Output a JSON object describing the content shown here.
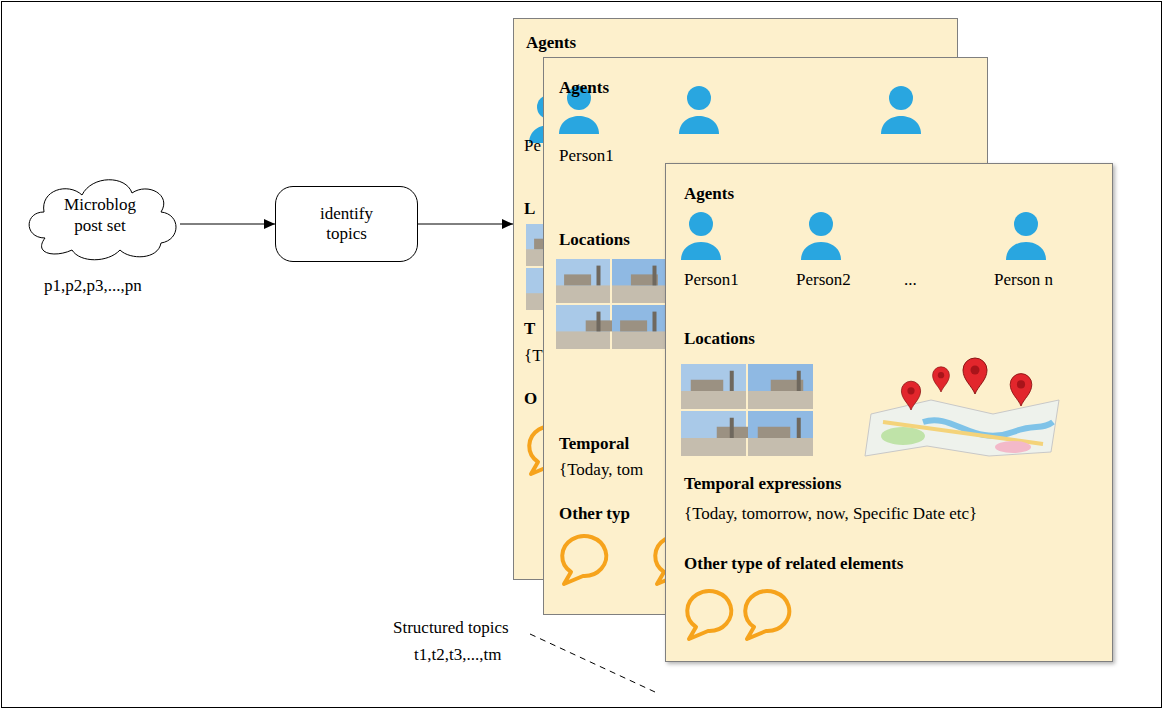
{
  "diagram": {
    "nodes": [
      {
        "text": [
          "Microblog post set"
        ]
      },
      {
        "text": [
          "identify topics"
        ]
      },
      {
        "text": [
          "Agents",
          "Pe",
          "L",
          "T",
          "{T",
          "O"
        ]
      },
      {
        "text": [
          "Agents",
          "Person1",
          "Locations",
          "Temporal",
          "{Today, tom",
          "Other typ"
        ]
      },
      {
        "text": [
          "Agents",
          "Person1",
          "Person2",
          "...",
          "Person n",
          "Locations",
          "Temporal expressions",
          "{Today, tomorrow, now, Specific Date etc}",
          "Other type of related elements"
        ]
      }
    ],
    "edges": [
      {
        "from": 0,
        "to": 1,
        "arrow": "to"
      },
      {
        "from": 1,
        "to": 2,
        "arrow": "to"
      }
    ],
    "labels": [
      "p1,p2,p3,...,pn",
      "Structured topics",
      "t1,t2,t3,...,tm"
    ]
  }
}
